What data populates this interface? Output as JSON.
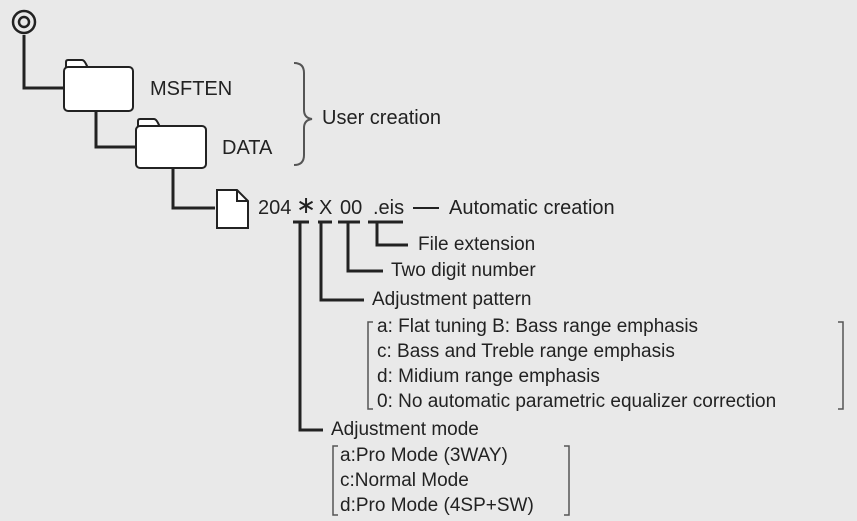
{
  "tree": {
    "folder1": "MSFTEN",
    "folder2": "DATA",
    "user_label": "User creation",
    "filename": {
      "prefix": "204",
      "star": "∗",
      "x": "X",
      "num": "00",
      "ext": ".eis"
    },
    "auto_label": "Automatic creation"
  },
  "fields": {
    "ext_label": "File extension",
    "num_label": "Two digit number",
    "pattern_label": "Adjustment pattern",
    "pattern_options": [
      "a:  Flat tuning  B: Bass range emphasis",
      "c:  Bass and Treble range emphasis",
      "d:  Midium range emphasis",
      "0:  No automatic parametric equalizer correction"
    ],
    "mode_label": "Adjustment mode",
    "mode_options": [
      "a:Pro Mode (3WAY)",
      "c:Normal Mode",
      "d:Pro Mode (4SP+SW)"
    ]
  },
  "colors": {
    "background": "#e9e9e9",
    "line": "#222222",
    "folder_fill": "#ffffff",
    "brace": "#555555"
  }
}
